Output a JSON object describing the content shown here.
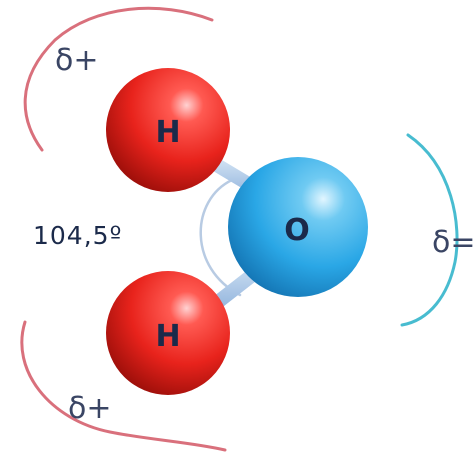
{
  "atoms": {
    "hydrogen_top": "H",
    "oxygen": "O",
    "hydrogen_bottom": "H"
  },
  "bond_angle": "104,5º",
  "charges": {
    "hydrogen_top": "δ+",
    "hydrogen_bottom": "δ+",
    "oxygen": "δ="
  },
  "colors": {
    "hydrogen": "#e8231c",
    "oxygen": "#2aa7e6",
    "positive_arc": "#d9707c",
    "negative_arc": "#48bcd0",
    "bond": "#a9c6e6",
    "text": "#1b2a4a",
    "charge_text": "#3a4564"
  }
}
